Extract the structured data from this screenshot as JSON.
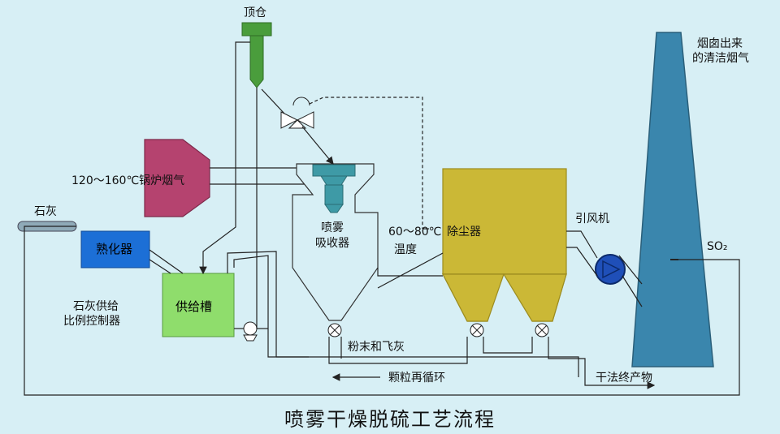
{
  "title": "喷雾干燥脱硫工艺流程",
  "labels": {
    "top_bin": "顶仓",
    "chimney_out_line1": "烟囱出来",
    "chimney_out_line2": "的清洁烟气",
    "boiler_gas": "120～160℃锅炉烟气",
    "lime": "石灰",
    "slaker": "熟化器",
    "spray_absorber_line1": "喷雾",
    "spray_absorber_line2": "吸收器",
    "temp_line1": "60～80℃",
    "temp_line2": "温度",
    "dust_collector": "除尘器",
    "id_fan": "引风机",
    "so2": "SO₂",
    "feed_tank": "供给槽",
    "lime_ratio_line1": "石灰供给",
    "lime_ratio_line2": "比例控制器",
    "powder_flyash": "粉末和飞灰",
    "particle_recycle": "颗粒再循环",
    "dry_product": "干法终产物"
  },
  "colors": {
    "background": "#d7eff5",
    "boiler": "#b5436f",
    "slaker": "#1c6fd6",
    "feed_tank": "#8fdd6c",
    "top_bin": "#4a9d3c",
    "absorber": "#3e9aa6",
    "dust_collector": "#cbb836",
    "chimney": "#3a86ad",
    "fan": "#1f4fb8",
    "line": "#222222"
  }
}
